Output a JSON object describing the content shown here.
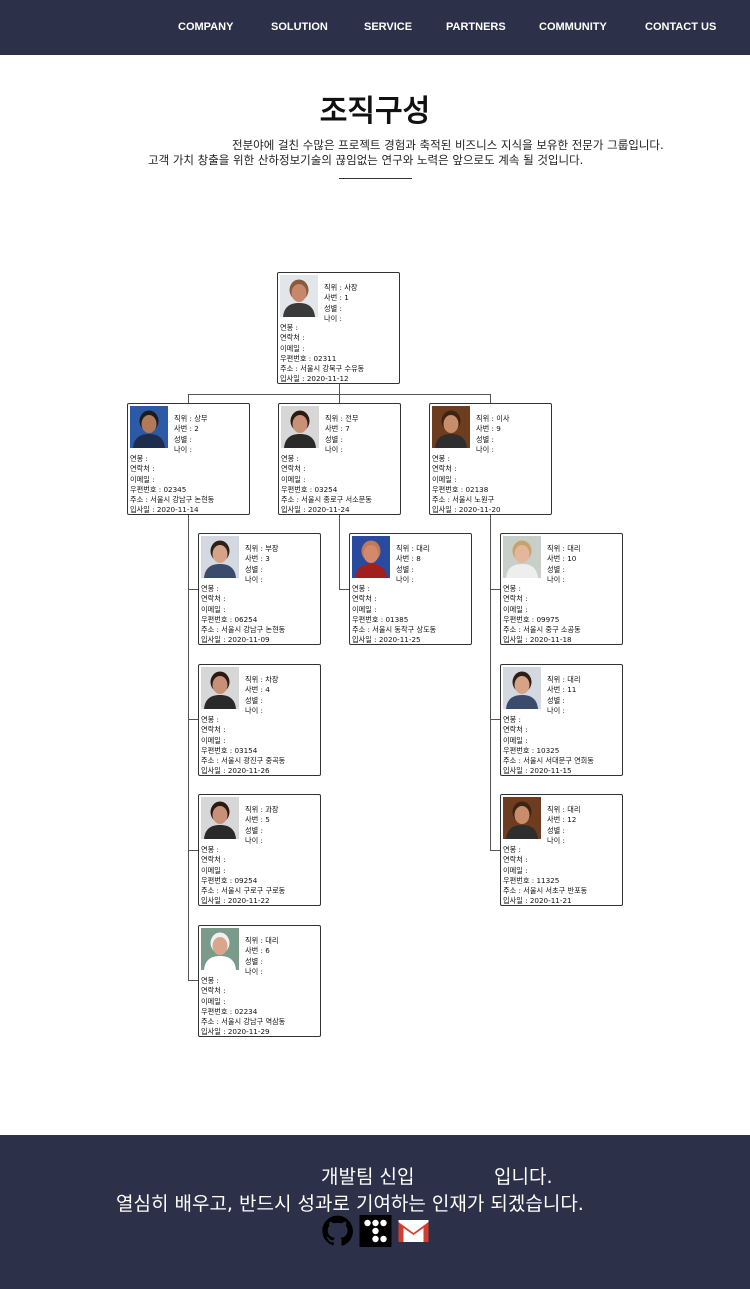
{
  "nav": {
    "items": [
      "COMPANY",
      "SOLUTION",
      "SERVICE",
      "PARTNERS",
      "COMMUNITY",
      "CONTACT US"
    ]
  },
  "header": {
    "title": "조직구성",
    "subtitle_line1": "전분야에 걸친 수많은 프로젝트 경험과 축적된 비즈니스 지식을 보유한 전문가 그룹입니다.",
    "subtitle_line2": "고객 가치 창출을 위한 산하정보기술의 끊임없는 연구와 노력은 앞으로도 계속 될 것입니다."
  },
  "labels": {
    "position": "직위 : ",
    "emp_no": "사번 : ",
    "gender": "성별 : ",
    "age": "나이 : ",
    "salary": "연봉 : ",
    "contact": "연락처 : ",
    "email": "이메일 : ",
    "zip": "우편번호 : ",
    "address": "주소 : ",
    "hire_date": "입사일 : "
  },
  "employees": [
    {
      "position": "사장",
      "emp_no": "1",
      "zip": "02311",
      "address": "서울시 강북구 수유동",
      "hire_date": "2020-11-12",
      "photo": "person-photo-older-man"
    },
    {
      "position": "상무",
      "emp_no": "2",
      "zip": "02345",
      "address": "서울시 강남구 논현동",
      "hire_date": "2020-11-14",
      "photo": "person-photo-man-suit"
    },
    {
      "position": "전무",
      "emp_no": "7",
      "zip": "03254",
      "address": "서울시 종로구 서소문동",
      "hire_date": "2020-11-24",
      "photo": "person-photo-woman"
    },
    {
      "position": "이사",
      "emp_no": "9",
      "zip": "02138",
      "address": "서울시 노원구",
      "hire_date": "2020-11-20",
      "photo": "person-photo-man"
    },
    {
      "position": "부장",
      "emp_no": "3",
      "zip": "06254",
      "address": "서울시 강남구 논현동",
      "hire_date": "2020-11-09",
      "photo": "person-photo-young-man"
    },
    {
      "position": "차장",
      "emp_no": "4",
      "zip": "03154",
      "address": "서울시 광진구 중곡동",
      "hire_date": "2020-11-26",
      "photo": "person-photo-woman"
    },
    {
      "position": "과장",
      "emp_no": "5",
      "zip": "09254",
      "address": "서울시 구로구 구로동",
      "hire_date": "2020-11-22",
      "photo": "person-photo-woman"
    },
    {
      "position": "대리",
      "emp_no": "6",
      "zip": "02234",
      "address": "서울시 강남구 역삼동",
      "hire_date": "2020-11-29",
      "photo": "person-photo-elderly-man"
    },
    {
      "position": "대리",
      "emp_no": "8",
      "zip": "01385",
      "address": "서울시 동작구 상도동",
      "hire_date": "2020-11-25",
      "photo": "person-photo-bald-man"
    },
    {
      "position": "대리",
      "emp_no": "10",
      "zip": "09975",
      "address": "서울시 중구 소공동",
      "hire_date": "2020-11-18",
      "photo": "person-photo-blonde-woman"
    },
    {
      "position": "대리",
      "emp_no": "11",
      "zip": "10325",
      "address": "서울시 서대문구 연희동",
      "hire_date": "2020-11-15",
      "photo": "person-photo-young-man"
    },
    {
      "position": "대리",
      "emp_no": "12",
      "zip": "11325",
      "address": "서울시 서초구 반포동",
      "hire_date": "2020-11-21",
      "photo": "person-photo-man"
    }
  ],
  "footer": {
    "line1_prefix": "개발팀 신입",
    "line1_suffix": "입니다.",
    "line2": "열심히 배우고, 반드시 성과로 기여하는 인재가 되겠습니다.",
    "icons": [
      "github-icon",
      "tistory-icon",
      "gmail-icon"
    ]
  }
}
